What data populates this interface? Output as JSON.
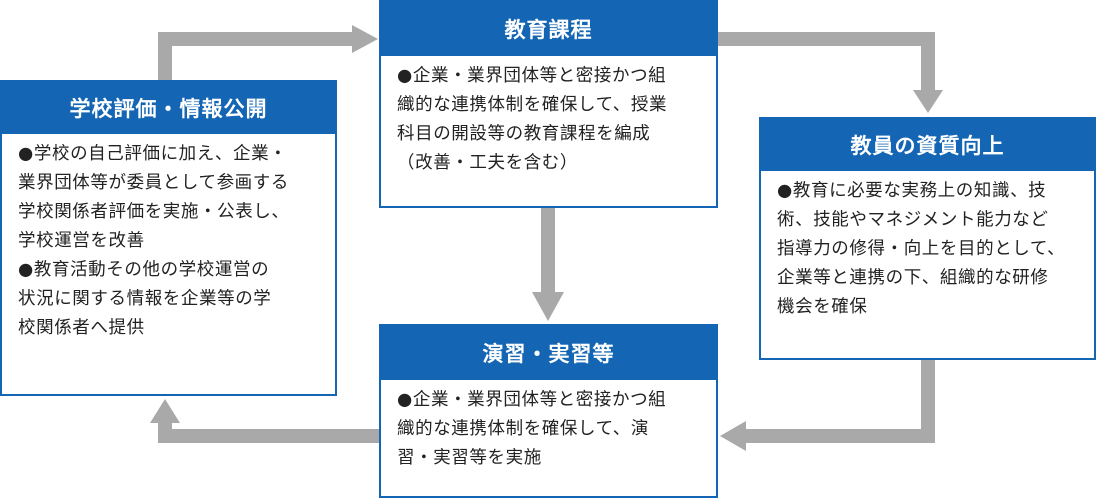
{
  "colors": {
    "box_header": "#1466b4",
    "box_border": "#1466b4",
    "arrow": "#a9a9a9",
    "text": "#222222"
  },
  "boxes": {
    "curriculum": {
      "title": "教育課程",
      "body": "●企業・業界団体等と密接かつ組\n織的な連携体制を確保して、授業\n科目の開設等の教育課程を編成\n（改善・工夫を含む）"
    },
    "faculty": {
      "title": "教員の資質向上",
      "body": "●教育に必要な実務上の知識、技\n術、技能やマネジメント能力など\n指導力の修得・向上を目的として、\n企業等と連携の下、組織的な研修\n機会を確保"
    },
    "evaluation": {
      "title": "学校評価・情報公開",
      "body": "●学校の自己評価に加え、企業・\n業界団体等が委員として参画する\n学校関係者評価を実施・公表し、\n学校運営を改善\n●教育活動その他の学校運営の\n状況に関する情報を企業等の学\n校関係者へ提供"
    },
    "practice": {
      "title": "演習・実習等",
      "body": "●企業・業界団体等と密接かつ組\n織的な連携体制を確保して、演\n習・実習等を実施"
    }
  }
}
